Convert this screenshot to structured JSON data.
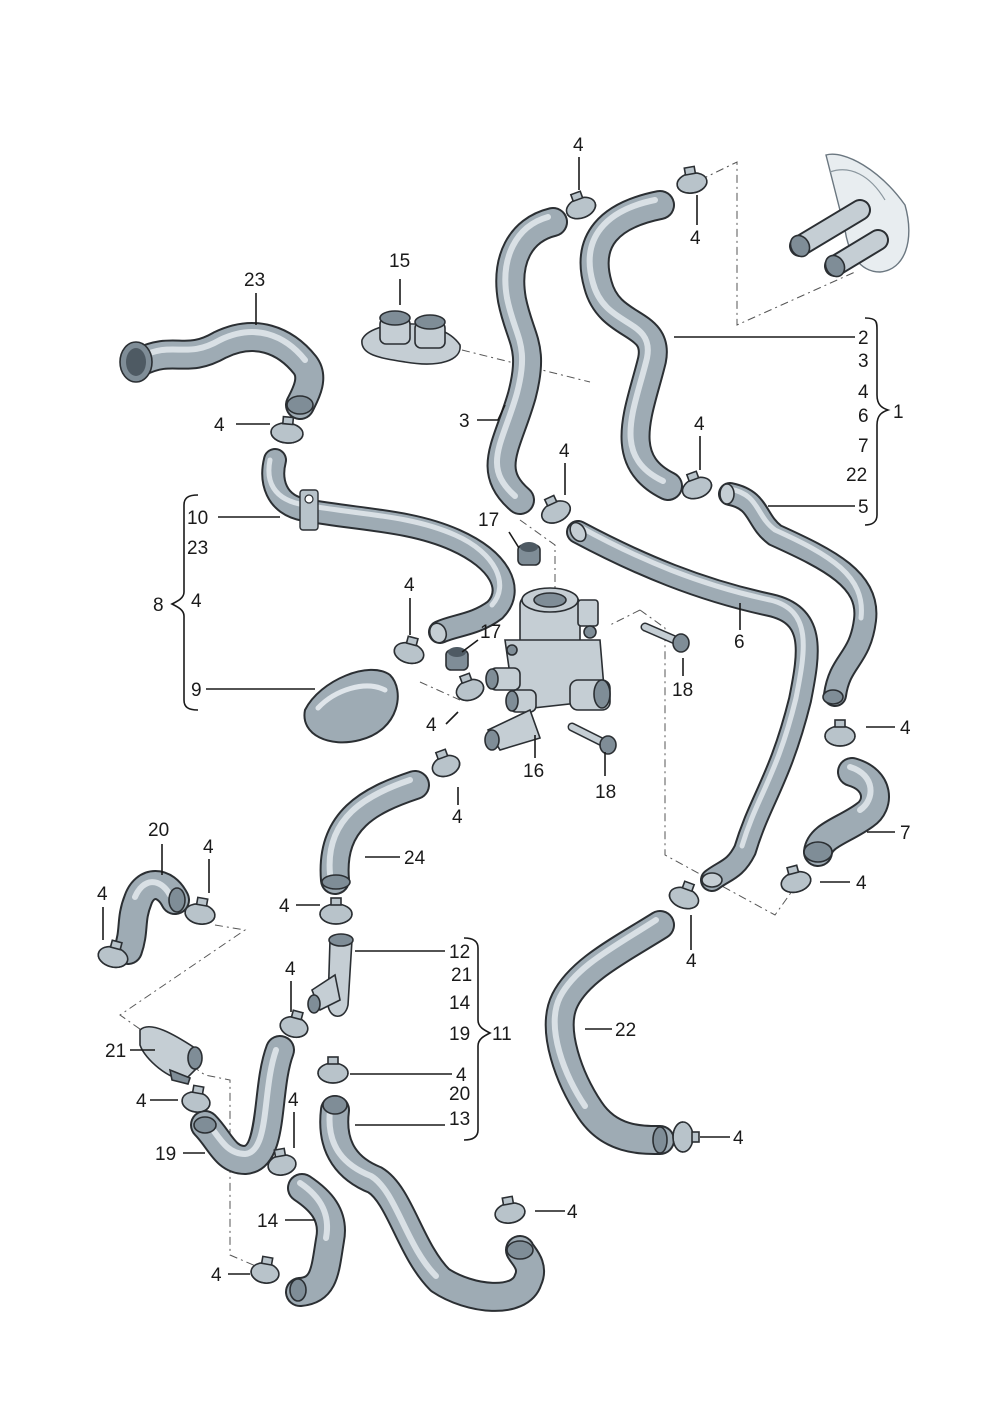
{
  "labels": {
    "p1": "1",
    "p2": "2",
    "p3_group": "3",
    "p4_group": "4",
    "p6_group": "6",
    "p7_group": "7",
    "p22_group": "22",
    "p5": "5",
    "p3": "3",
    "p4_top": "4",
    "p4_top_right": "4",
    "p4_mid_right": "4",
    "p4_upper_mid": "4",
    "p15": "15",
    "p23": "23",
    "p4_left_upper": "4",
    "p8": "8",
    "p10": "10",
    "p23_group": "23",
    "p4_group8": "4",
    "p9": "9",
    "p17_a": "17",
    "p17_b": "17",
    "p4_valve_left": "4",
    "p4_valve_right": "4",
    "p4_valve_lower": "4",
    "p18_a": "18",
    "p18_b": "18",
    "p16": "16",
    "p6": "6",
    "p4_right_mid": "4",
    "p7": "7",
    "p4_right_lower": "4",
    "p24": "24",
    "p4_24": "4",
    "p20": "20",
    "p4_20": "4",
    "p4_20_left": "4",
    "p11": "11",
    "p12": "12",
    "p21_group": "21",
    "p14_group": "14",
    "p19_group": "19",
    "p4_group11": "4",
    "p20_group": "20",
    "p13": "13",
    "p4_yhose": "4",
    "p21": "21",
    "p4_21": "4",
    "p19": "19",
    "p4_19": "4",
    "p14": "14",
    "p4_14": "4",
    "p22": "22",
    "p4_22_top": "4",
    "p4_22_bottom": "4",
    "p4_13": "4"
  }
}
